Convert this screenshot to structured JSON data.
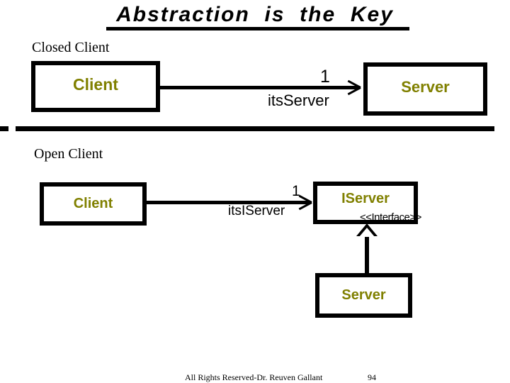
{
  "slide": {
    "title": "Abstraction  is  the  Key",
    "background_color": "#ffffff",
    "class_name_color": "#808000",
    "line_color": "#000000"
  },
  "sections": {
    "closed": {
      "caption": "Closed Client",
      "client_box": {
        "name": "Client"
      },
      "server_box": {
        "name": "Server"
      },
      "association": {
        "multiplicity": "1",
        "role": "itsServer"
      }
    },
    "open": {
      "caption": "Open Client",
      "client_box": {
        "name": "Client"
      },
      "interface_box": {
        "name": "IServer",
        "stereotype": "<<Interface>>"
      },
      "server_box": {
        "name": "Server"
      },
      "association": {
        "multiplicity": "1",
        "role": "itsIServer"
      }
    }
  },
  "footer": {
    "copyright": "All Rights Reserved-Dr. Reuven Gallant",
    "page_number": "94"
  }
}
